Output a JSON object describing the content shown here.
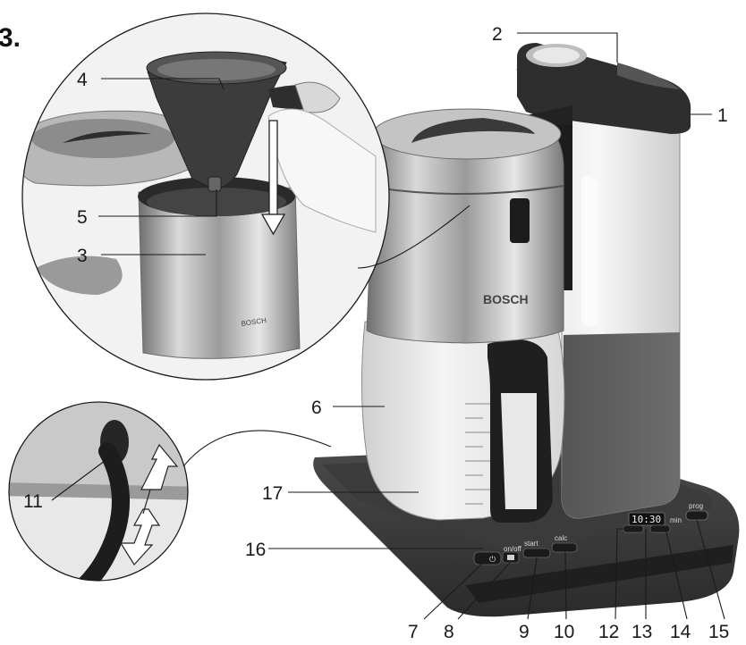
{
  "figure_label": "3.",
  "brand": "BOSCH",
  "display_time": "10:30",
  "button_labels": {
    "onoff": "on/off",
    "start": "start",
    "calc": "calc",
    "prog": "prog",
    "min": "min"
  },
  "callouts": [
    "1",
    "2",
    "3",
    "4",
    "5",
    "6",
    "7",
    "8",
    "9",
    "10",
    "11",
    "12",
    "13",
    "14",
    "15",
    "16",
    "17"
  ]
}
